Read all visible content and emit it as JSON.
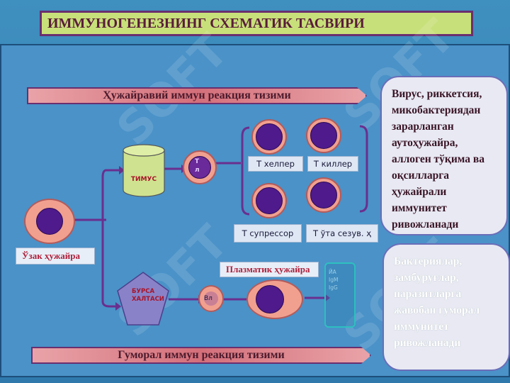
{
  "title": "ИММУНОГЕНЕЗНИНГ СХЕМАТИК ТАСВИРИ",
  "watermark": "SOFT",
  "banners": {
    "cellular": "Ҳужайравий иммун реакция тизими",
    "humoral": "Гуморал иммун реакция тизими"
  },
  "nodes": {
    "stem_cell": "Ўзак ҳужайра",
    "thymus": "ТИМУС",
    "t_cell": "Т\nл",
    "bursa": "БУРСА\nХАЛТАСИ",
    "b_cell": "Вл",
    "plasma_cell": "Плазматик ҳужайра",
    "antibody_text": "ЙA\nIgM\nIgG"
  },
  "t_subtypes": {
    "helper": "Т хелпер",
    "killer": "Т киллер",
    "suppressor": "Т супрессор",
    "memory": "Т ўта сезув. ҳ"
  },
  "side_notes": {
    "cellular": "Вирус, риккетсия, микобактериядан зарарланган аутоҳужайра, аллоген тўқима ва оқсилларга ҳужайрали иммунитет ривожланади",
    "humoral": "Бактериялар, замбуруғлар, паразитларга жавобан гуморал иммунитет ривожланади"
  },
  "colors": {
    "background": "#3f8fbf",
    "title_bg": "#c8e07a",
    "banner": "#d46f7a",
    "cell_outer": "#f1a08f",
    "cell_nucleus": "#4e1a8c",
    "connector": "#6a2f8f"
  }
}
